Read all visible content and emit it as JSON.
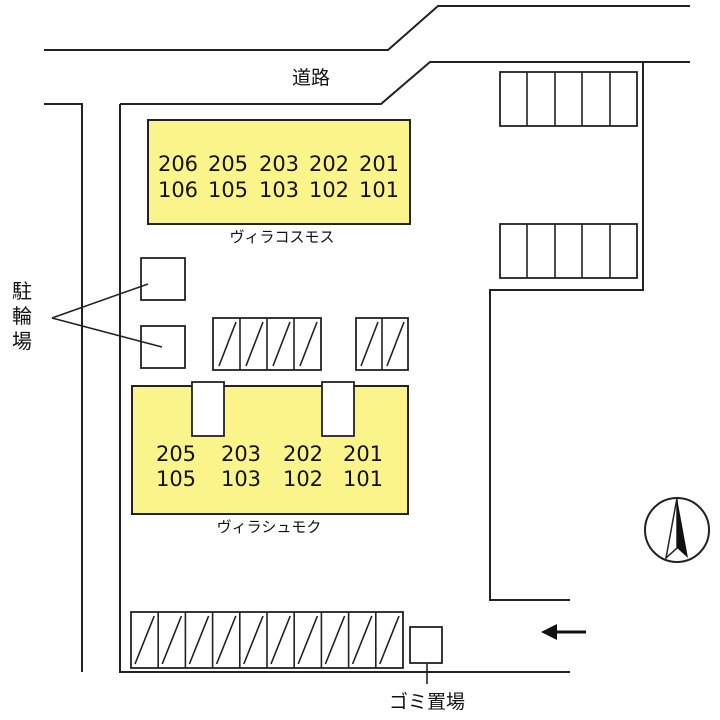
{
  "road_label": "道路",
  "bicycle_parking_label": [
    "駐",
    "輪",
    "場"
  ],
  "garbage_label": "ゴミ置場",
  "buildings": [
    {
      "name": "ヴィラコスモス",
      "floor2": [
        "206",
        "205",
        "203",
        "202",
        "201"
      ],
      "floor1": [
        "106",
        "105",
        "103",
        "102",
        "101"
      ]
    },
    {
      "name": "ヴィラシュモク",
      "floor2": [
        "205",
        "203",
        "202",
        "201"
      ],
      "floor1": [
        "105",
        "103",
        "102",
        "101"
      ]
    }
  ],
  "colors": {
    "building_fill": "#fbf48a",
    "line": "#222222"
  },
  "icons": {
    "north": "north-arrow-icon",
    "entrance": "left-arrow-icon"
  }
}
